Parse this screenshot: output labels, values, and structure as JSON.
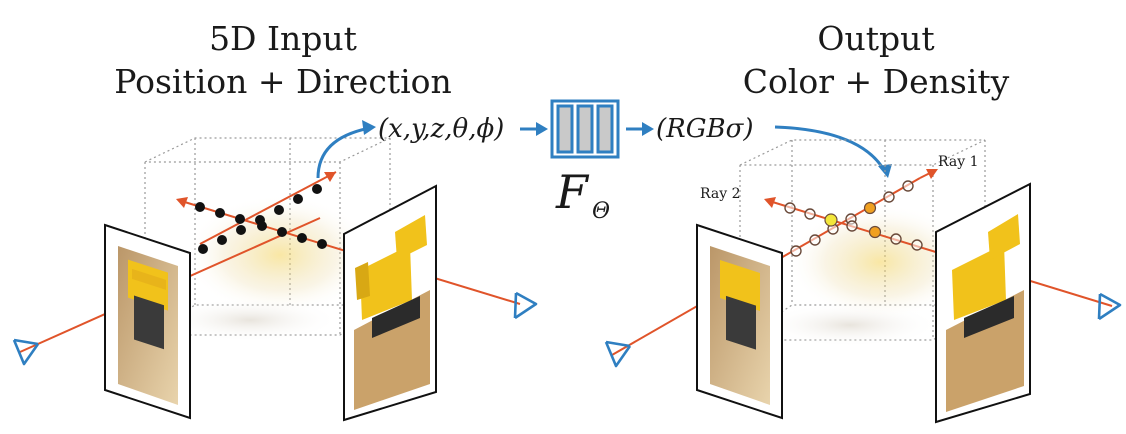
{
  "left_panel": {
    "title_line1": "5D Input",
    "title_line2": "Position + Direction"
  },
  "right_panel": {
    "title_line1": "Output",
    "title_line2": "Color + Density"
  },
  "network": {
    "input_formula": "(x,y,z,θ,ϕ)",
    "output_formula": "(RGBσ)",
    "function_symbol": "F",
    "function_subscript": "Θ"
  },
  "rays": {
    "ray1_label": "Ray 1",
    "ray2_label": "Ray 2"
  },
  "colors": {
    "ray": "#e0542a",
    "arrow": "#2f7fc1",
    "sample_yellow": "#f2e63a",
    "sample_orange": "#f0a020"
  }
}
